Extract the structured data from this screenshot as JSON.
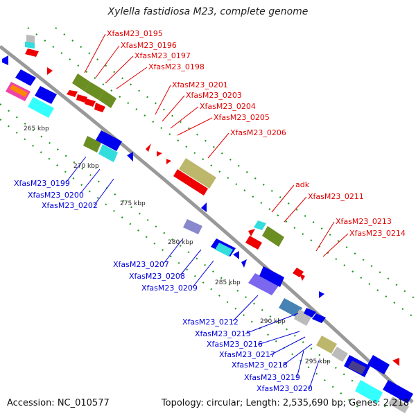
{
  "title": "Xylella fastidiosa M23, complete genome",
  "footer": {
    "accession": "Accession: NC_010577",
    "topology": "Topology: circular; Length: 2,535,690 bp; Genes: 2,218"
  },
  "colors": {
    "backbone": "#999999",
    "forward_label": "#e00000",
    "reverse_label": "#0000dd",
    "tick_green": "#1a9a1a"
  },
  "kbp_ticks": [
    {
      "label": "265 kbp"
    },
    {
      "label": "270 kbp"
    },
    {
      "label": "275 kbp"
    },
    {
      "label": "280 kbp"
    },
    {
      "label": "285 kbp"
    },
    {
      "label": "290 kbp"
    },
    {
      "label": "295 kbp"
    }
  ],
  "forward_labels": [
    "XfasM23_0195",
    "XfasM23_0196",
    "XfasM23_0197",
    "XfasM23_0198",
    "XfasM23_0201",
    "XfasM23_0203",
    "XfasM23_0204",
    "XfasM23_0205",
    "XfasM23_0206",
    "adk",
    "XfasM23_0211",
    "XfasM23_0213",
    "XfasM23_0214"
  ],
  "reverse_labels": [
    "XfasM23_0199",
    "XfasM23_0200",
    "XfasM23_0202",
    "XfasM23_0207",
    "XfasM23_0208",
    "XfasM23_0209",
    "XfasM23_0212",
    "XfasM23_0215",
    "XfasM23_0216",
    "XfasM23_0217",
    "XfasM23_0218",
    "XfasM23_0219",
    "XfasM23_0220"
  ]
}
